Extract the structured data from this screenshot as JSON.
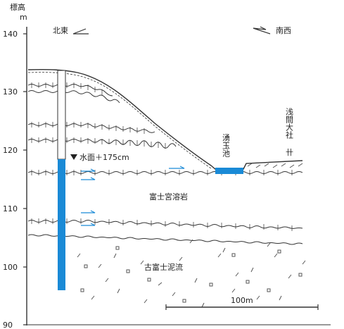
{
  "axis": {
    "title": "標高",
    "unit": "m",
    "ticks": [
      "140",
      "130",
      "120",
      "110",
      "100",
      "90"
    ]
  },
  "directions": {
    "north": "北東",
    "south": "南西"
  },
  "labels": {
    "water_level": "水面＋175cm",
    "lava": "富士宮溶岩",
    "mudflow": "古富士泥流",
    "pond": "湧玉池",
    "shrine": "浅間大社",
    "shrine_mark": "卄"
  },
  "scale_bar": {
    "label": "100m"
  },
  "colors": {
    "water": "#1a8ad6",
    "ink": "#333333"
  }
}
